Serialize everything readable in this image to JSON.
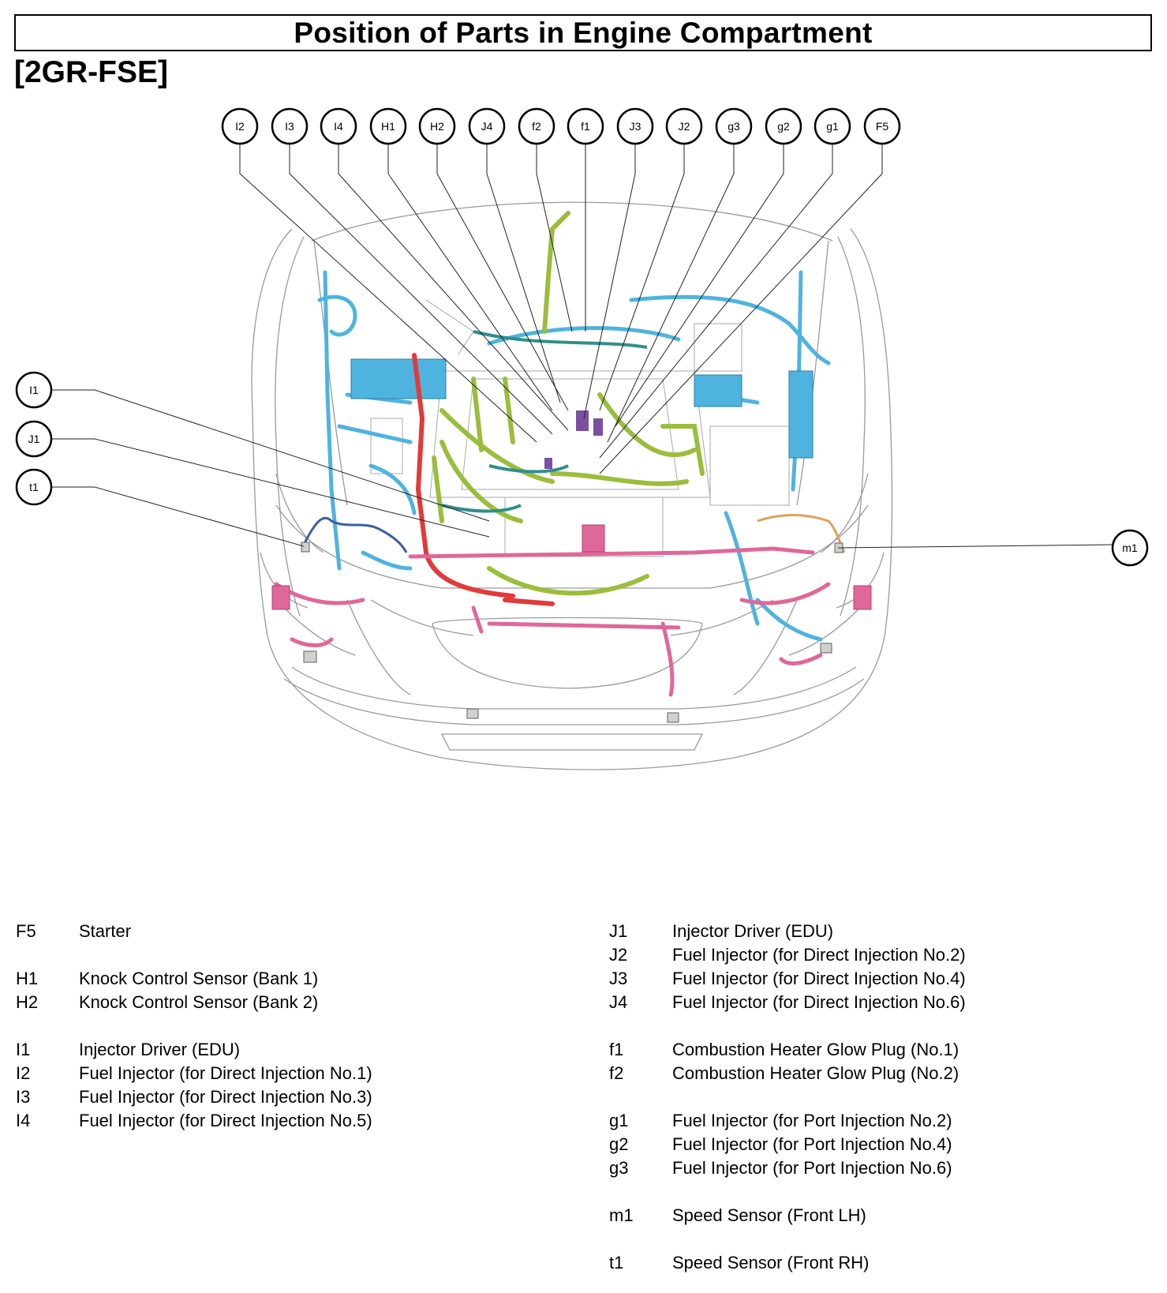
{
  "title": "Position of Parts in Engine Compartment",
  "subtitle": "[2GR-FSE]",
  "callouts_top": [
    "I2",
    "I3",
    "I4",
    "H1",
    "H2",
    "J4",
    "f2",
    "f1",
    "J3",
    "J2",
    "g3",
    "g2",
    "g1",
    "F5"
  ],
  "callouts_left": [
    "I1",
    "J1",
    "t1"
  ],
  "callouts_right": [
    "m1"
  ],
  "colors": {
    "blue_harness": "#4fb3df",
    "green_harness": "#9bbd3c",
    "pink_harness": "#e0679a",
    "red_harness": "#e23a3a",
    "teal_harness": "#2e8f8a",
    "purple_connector": "#7a4fa0",
    "orange_harness": "#e0a15a",
    "navy_harness": "#3a5fa0"
  },
  "legend_left": [
    {
      "code": "F5",
      "desc": "Starter",
      "gap": false
    },
    {
      "code": "H1",
      "desc": "Knock Control Sensor (Bank 1)",
      "gap": true
    },
    {
      "code": "H2",
      "desc": "Knock Control Sensor (Bank 2)",
      "gap": false
    },
    {
      "code": "I1",
      "desc": "Injector Driver (EDU)",
      "gap": true
    },
    {
      "code": "I2",
      "desc": "Fuel Injector (for Direct Injection No.1)",
      "gap": false
    },
    {
      "code": "I3",
      "desc": "Fuel Injector (for Direct Injection No.3)",
      "gap": false
    },
    {
      "code": "I4",
      "desc": "Fuel Injector (for Direct Injection No.5)",
      "gap": false
    }
  ],
  "legend_right": [
    {
      "code": "J1",
      "desc": "Injector Driver (EDU)",
      "gap": false
    },
    {
      "code": "J2",
      "desc": "Fuel Injector (for Direct Injection No.2)",
      "gap": false
    },
    {
      "code": "J3",
      "desc": "Fuel Injector (for Direct Injection No.4)",
      "gap": false
    },
    {
      "code": "J4",
      "desc": "Fuel Injector (for Direct Injection No.6)",
      "gap": false
    },
    {
      "code": "f1",
      "desc": "Combustion Heater Glow Plug (No.1)",
      "gap": true
    },
    {
      "code": "f2",
      "desc": "Combustion Heater Glow Plug (No.2)",
      "gap": false
    },
    {
      "code": "g1",
      "desc": "Fuel Injector (for Port Injection No.2)",
      "gap": true
    },
    {
      "code": "g2",
      "desc": "Fuel Injector (for Port Injection No.4)",
      "gap": false
    },
    {
      "code": "g3",
      "desc": "Fuel Injector (for Port Injection No.6)",
      "gap": false
    },
    {
      "code": "m1",
      "desc": "Speed Sensor (Front LH)",
      "gap": true
    },
    {
      "code": "t1",
      "desc": "Speed Sensor (Front RH)",
      "gap": true
    }
  ]
}
